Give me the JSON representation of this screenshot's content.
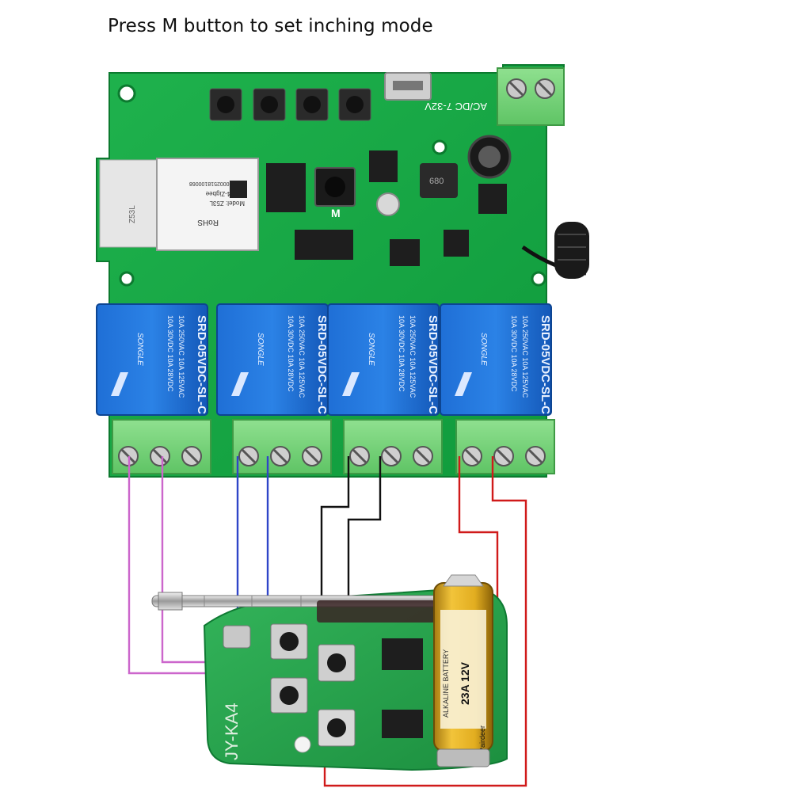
{
  "caption": "Press M button to set inching mode",
  "relay_board": {
    "power_label": "AC/DC 7-32V",
    "module": {
      "rohs": "RoHS",
      "model": "Model: Z53L",
      "pn": "P/N: 4-Zigbee",
      "sn": "S/N: 10002518100068",
      "side_label": "Z53L"
    },
    "m_button_label": "M",
    "inductor_label": "680",
    "relays": [
      {
        "model": "SRD-05VDC-SL-C",
        "brand": "SONGLE",
        "rating1": "10A 250VAC 10A 125VAC",
        "rating2": "10A 30VDC 10A 28VDC"
      },
      {
        "model": "SRD-05VDC-SL-C",
        "brand": "SONGLE",
        "rating1": "10A 250VAC 10A 125VAC",
        "rating2": "10A 30VDC 10A 28VDC"
      },
      {
        "model": "SRD-05VDC-SL-C",
        "brand": "SONGLE",
        "rating1": "10A 250VAC 10A 125VAC",
        "rating2": "10A 30VDC 10A 28VDC"
      },
      {
        "model": "SRD-05VDC-SL-C",
        "brand": "SONGLE",
        "rating1": "10A 250VAC 10A 125VAC",
        "rating2": "10A 30VDC 10A 28VDC"
      }
    ]
  },
  "remote_board": {
    "label": "JY-KA4",
    "battery": {
      "type": "ALKALINE BATTERY",
      "model": "23A 12V",
      "brand": "Pairdeer"
    }
  },
  "wire_colors": {
    "relay1": "#cc66cc",
    "relay2": "#2f45c8",
    "relay3": "#111111",
    "relay4": "#d01a1a"
  }
}
